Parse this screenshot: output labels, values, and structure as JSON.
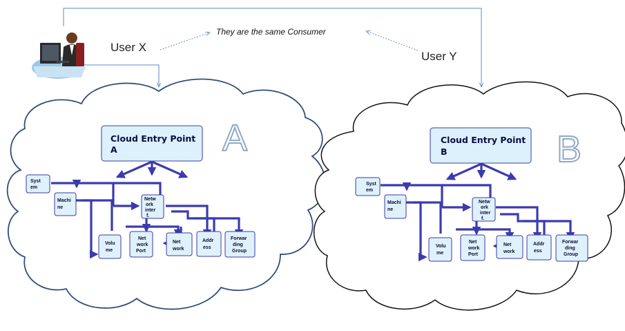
{
  "top_label": "They are the same Consumer",
  "user_x": "User X",
  "user_y": "User Y",
  "cloud_a": {
    "entry_line1": "Cloud Entry Point",
    "entry_line2": "A",
    "letter": "A",
    "nodes": {
      "system": [
        "Syst",
        "em"
      ],
      "machine": [
        "Machi",
        "ne"
      ],
      "netinterf": [
        "Netw",
        "ork",
        "inter",
        "f."
      ],
      "volume": [
        "Volu",
        "me"
      ],
      "netport": [
        "Net",
        "work",
        "Port"
      ],
      "network": [
        "Net",
        "work"
      ],
      "address": [
        "Addr",
        "ess"
      ],
      "fwd": [
        "Forwar",
        "ding",
        "Group"
      ]
    }
  },
  "cloud_b": {
    "entry_line1": "Cloud Entry Point",
    "entry_line2": "B",
    "letter": "B",
    "nodes": {
      "system": [
        "Syst",
        "em"
      ],
      "machine": [
        "Machi",
        "ne"
      ],
      "netinterf": [
        "Netw",
        "ork",
        "inter",
        "f."
      ],
      "volume": [
        "Volu",
        "me"
      ],
      "netport": [
        "Net",
        "work",
        "Port"
      ],
      "network": [
        "Net",
        "work"
      ],
      "address": [
        "Addr",
        "ess"
      ],
      "fwd": [
        "Forwar",
        "ding",
        "Group"
      ]
    }
  },
  "colors": {
    "cloud_a_stroke": "#2e4f7a",
    "cloud_b_stroke": "#111111",
    "flow": "#3b3bb0",
    "box_fill": "#dff1fb"
  },
  "icons": [
    "user-at-computer-icon"
  ]
}
